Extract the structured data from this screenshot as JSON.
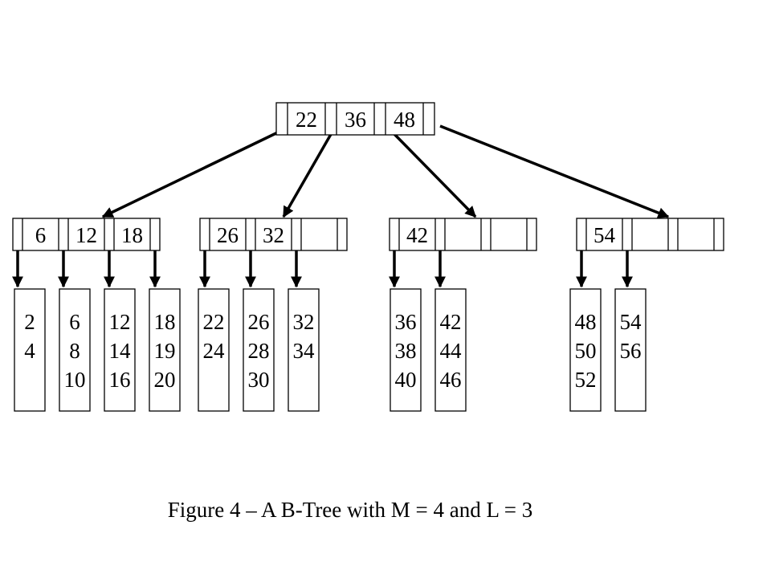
{
  "caption": "Figure 4 – A B-Tree with M = 4 and L = 3",
  "root": {
    "keys": [
      "22",
      "36",
      "48"
    ]
  },
  "internal_nodes": [
    {
      "keys": [
        "6",
        "12",
        "18"
      ]
    },
    {
      "keys": [
        "26",
        "32",
        "",
        ""
      ]
    },
    {
      "keys": [
        "42",
        "",
        "",
        ""
      ]
    },
    {
      "keys": [
        "54",
        "",
        "",
        ""
      ]
    }
  ],
  "leaves": [
    [
      "2",
      "4"
    ],
    [
      "6",
      "8",
      "10"
    ],
    [
      "12",
      "14",
      "16"
    ],
    [
      "18",
      "19",
      "20"
    ],
    [
      "22",
      "24"
    ],
    [
      "26",
      "28",
      "30"
    ],
    [
      "32",
      "34"
    ],
    [
      "36",
      "38",
      "40"
    ],
    [
      "42",
      "44",
      "46"
    ],
    [
      "48",
      "50",
      "52"
    ],
    [
      "54",
      "56"
    ]
  ]
}
